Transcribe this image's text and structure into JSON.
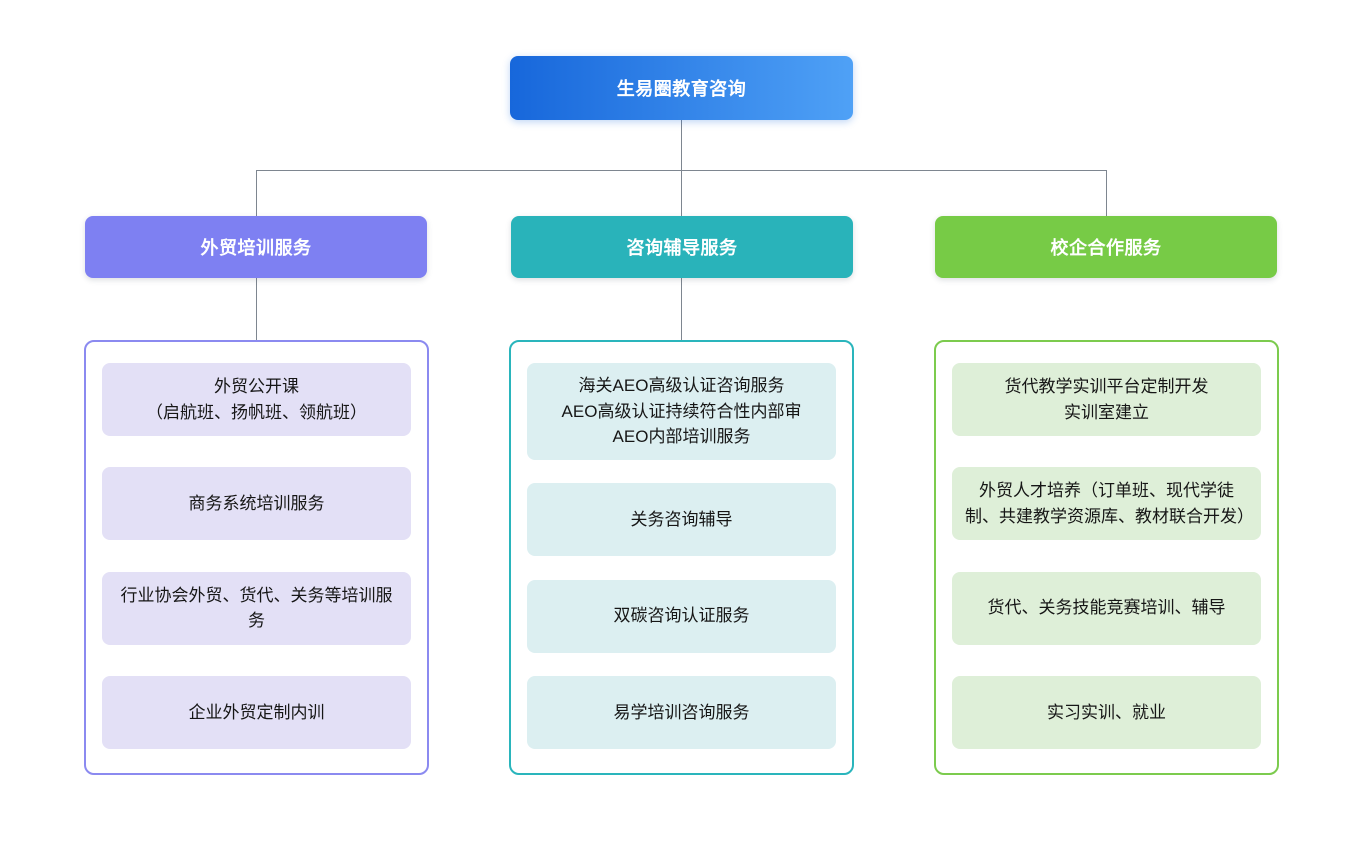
{
  "root": {
    "label": "生易圈教育咨询"
  },
  "colors": {
    "root_gradient_start": "#1767DB",
    "root_gradient_end": "#4FA1F6",
    "connector_line": "#7E8690",
    "branch_purple_header": "#7E80F2",
    "branch_purple_border": "#8B8AF0",
    "branch_purple_item_bg": "#E3E0F6",
    "branch_teal_header": "#29B3BA",
    "branch_teal_border": "#2AB5BC",
    "branch_teal_item_bg": "#DCEFF1",
    "branch_green_header": "#77CB46",
    "branch_green_border": "#7CCB4E",
    "branch_green_item_bg": "#DEEFD8"
  },
  "branches": [
    {
      "label": "外贸培训服务",
      "items": [
        "外贸公开课\n（启航班、扬帆班、领航班）",
        "商务系统培训服务",
        "行业协会外贸、货代、关务等培训服务",
        "企业外贸定制内训"
      ]
    },
    {
      "label": "咨询辅导服务",
      "items": [
        "海关AEO高级认证咨询服务\nAEO高级认证持续符合性内部审\nAEO内部培训服务",
        "关务咨询辅导",
        "双碳咨询认证服务",
        "易学培训咨询服务"
      ]
    },
    {
      "label": "校企合作服务",
      "items": [
        "货代教学实训平台定制开发\n实训室建立",
        "外贸人才培养（订单班、现代学徒制、共建教学资源库、教材联合开发）",
        "货代、关务技能竞赛培训、辅导",
        "实习实训、就业"
      ]
    }
  ]
}
